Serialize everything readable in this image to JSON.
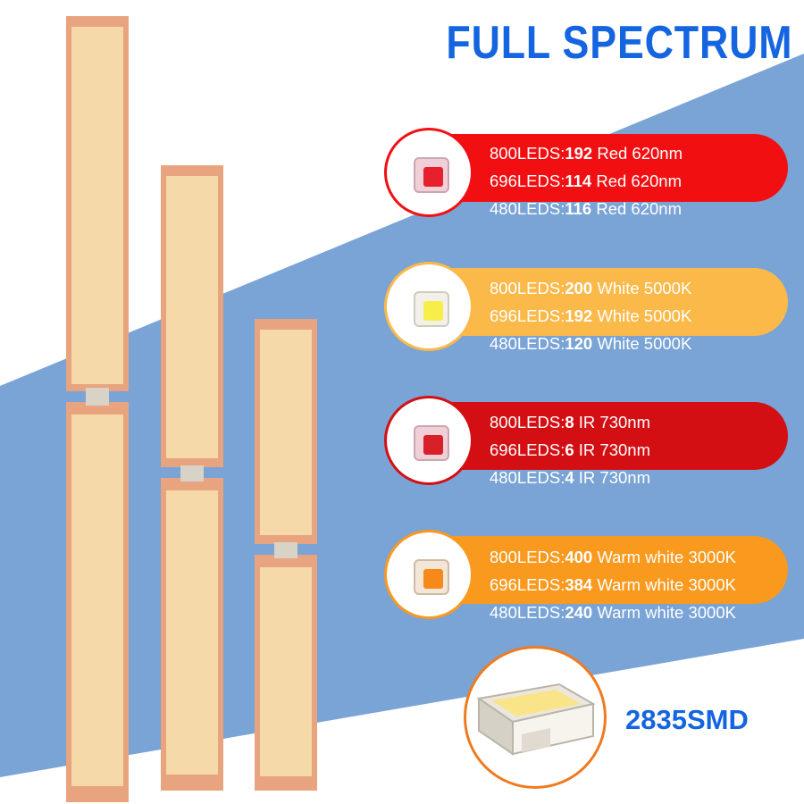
{
  "title": "FULL SPECTRUM",
  "colors": {
    "brand_blue": "#1565e0",
    "band_blue": "#7aa3d6",
    "red_pill": "#f20f12",
    "white_pill": "#fbb94a",
    "ir_pill": "#d40f14",
    "warm_pill": "#f99a1f"
  },
  "groups": [
    {
      "name": "red",
      "icon": "red-led-chip-icon",
      "lines": [
        {
          "prefix": "800LEDS:",
          "count": "192",
          "suffix": " Red 620nm"
        },
        {
          "prefix": "696LEDS:",
          "count": "114",
          "suffix": " Red 620nm"
        },
        {
          "prefix": "480LEDS:",
          "count": "116",
          "suffix": " Red 620nm"
        }
      ]
    },
    {
      "name": "white",
      "icon": "white-led-chip-icon",
      "lines": [
        {
          "prefix": "800LEDS:",
          "count": "200",
          "suffix": " White 5000K"
        },
        {
          "prefix": "696LEDS:",
          "count": "192",
          "suffix": " White 5000K"
        },
        {
          "prefix": "480LEDS:",
          "count": "120",
          "suffix": " White 5000K"
        }
      ]
    },
    {
      "name": "ir",
      "icon": "ir-led-chip-icon",
      "lines": [
        {
          "prefix": "800LEDS:",
          "count": "8",
          "suffix": " IR 730nm"
        },
        {
          "prefix": "696LEDS:",
          "count": "6",
          "suffix": " IR 730nm"
        },
        {
          "prefix": "480LEDS:",
          "count": "4",
          "suffix": " IR 730nm"
        }
      ]
    },
    {
      "name": "warm",
      "icon": "warm-led-chip-icon",
      "lines": [
        {
          "prefix": "800LEDS:",
          "count": "400",
          "suffix": " Warm white 3000K"
        },
        {
          "prefix": "696LEDS:",
          "count": "384",
          "suffix": " Warm white 3000K"
        },
        {
          "prefix": "480LEDS:",
          "count": "240",
          "suffix": " Warm white 3000K"
        }
      ]
    }
  ],
  "smd": {
    "label": "2835SMD",
    "icon": "smd-led-chip-icon"
  }
}
